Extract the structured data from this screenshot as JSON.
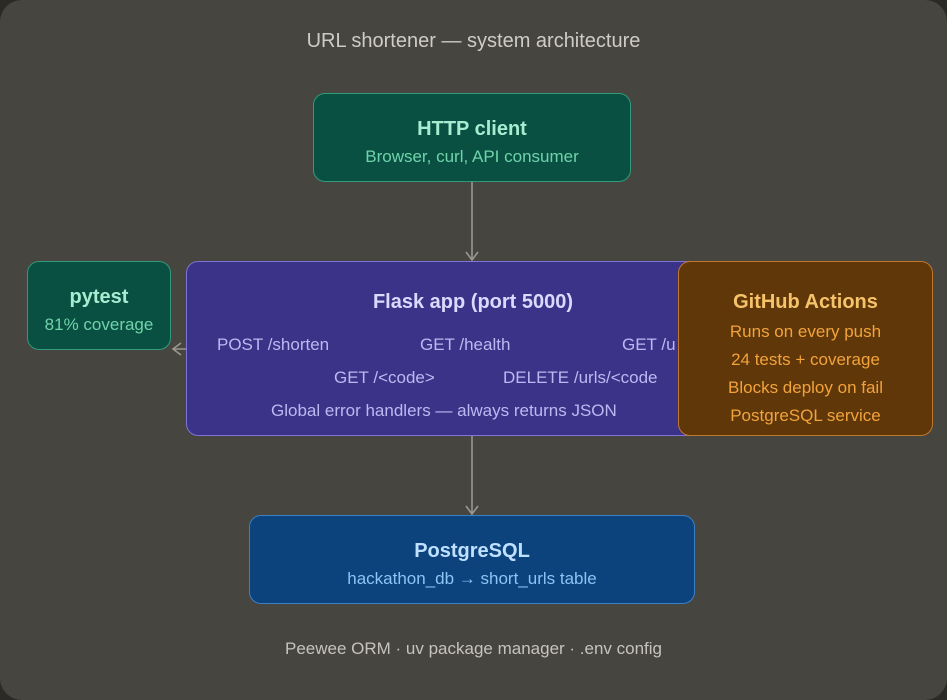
{
  "title": "URL shortener — system architecture",
  "nodes": {
    "client": {
      "title": "HTTP client",
      "subtitle": "Browser, curl, API consumer"
    },
    "pytest": {
      "title": "pytest",
      "subtitle": "81% coverage"
    },
    "flask": {
      "title": "Flask app (port 5000)",
      "endpoints": [
        "POST /shorten",
        "GET /health",
        "GET /u",
        "GET /<code>",
        "DELETE /urls/<code"
      ],
      "note": "Global error handlers — always returns JSON"
    },
    "github_actions": {
      "title": "GitHub Actions",
      "items": [
        "Runs on every push",
        "24 tests + coverage",
        "Blocks deploy on fail",
        "PostgreSQL service"
      ]
    },
    "postgres": {
      "title": "PostgreSQL",
      "subtitle": "hackathon_db → short_urls table"
    }
  },
  "footer": "Peewee ORM · uv package manager · .env config",
  "colors": {
    "background": "#464540",
    "client": "#0a5042",
    "flask": "#3b3387",
    "github_actions": "#603709",
    "postgres": "#0c437c"
  }
}
